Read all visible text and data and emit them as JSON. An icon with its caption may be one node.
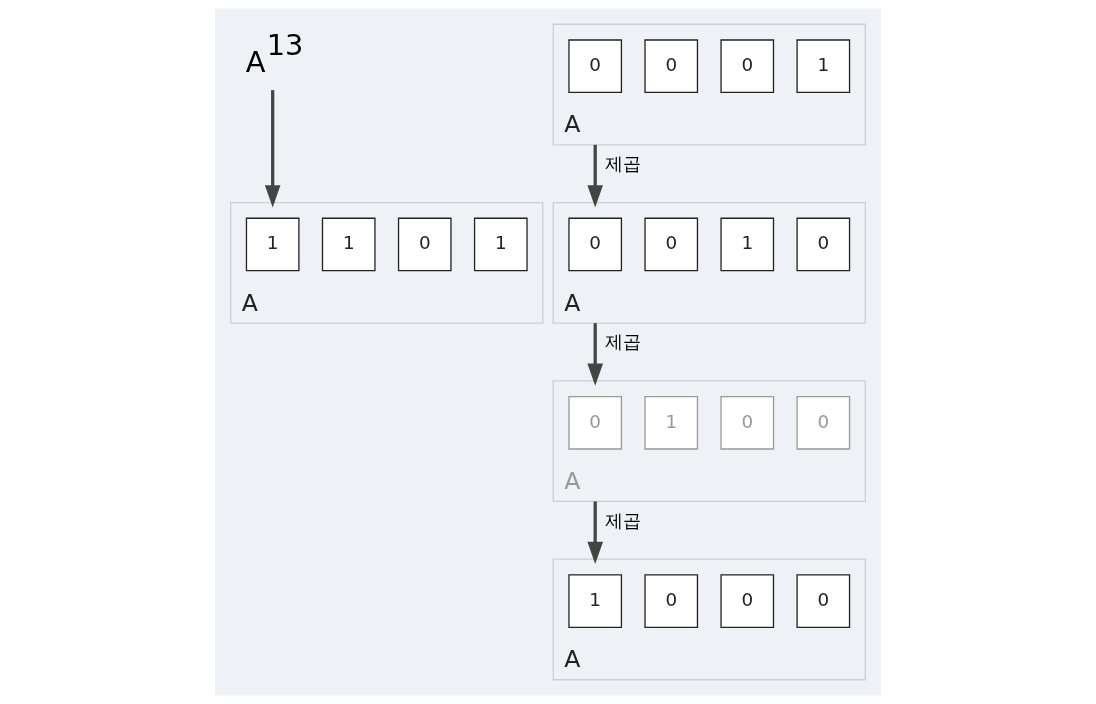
{
  "diagram": {
    "nodes": [
      {
        "text": [
          "A",
          "13"
        ]
      },
      {
        "text": [
          "A"
        ]
      },
      {
        "text": [
          "1"
        ],
        "in": 1
      },
      {
        "text": [
          "1"
        ],
        "in": 1
      },
      {
        "text": [
          "0"
        ],
        "in": 1
      },
      {
        "text": [
          "1"
        ],
        "in": 1
      },
      {
        "text": [
          "A"
        ]
      },
      {
        "text": [
          "1"
        ],
        "in": 6
      },
      {
        "text": [
          "0"
        ],
        "in": 6
      },
      {
        "text": [
          "0"
        ],
        "in": 6
      },
      {
        "text": [
          "0"
        ],
        "in": 6
      },
      {
        "text": [
          "A"
        ]
      },
      {
        "text": [
          "0"
        ],
        "in": 11
      },
      {
        "text": [
          "0"
        ],
        "in": 11
      },
      {
        "text": [
          "1"
        ],
        "in": 11
      },
      {
        "text": [
          "0"
        ],
        "in": 11
      },
      {
        "text": [
          "A"
        ]
      },
      {
        "text": [
          "0"
        ],
        "in": 16
      },
      {
        "text": [
          "1"
        ],
        "in": 16
      },
      {
        "text": [
          "0"
        ],
        "in": 16
      },
      {
        "text": [
          "0"
        ],
        "in": 16
      },
      {
        "text": [
          "A"
        ]
      },
      {
        "text": [
          "0"
        ],
        "in": 21
      },
      {
        "text": [
          "0"
        ],
        "in": 21
      },
      {
        "text": [
          "0"
        ],
        "in": 21
      },
      {
        "text": [
          "1"
        ],
        "in": 21
      }
    ],
    "edges": [
      {
        "from": 0,
        "to": 1,
        "arrow": "to"
      },
      {
        "from": 21,
        "to": 11,
        "arrow": "to",
        "label": "제곱"
      },
      {
        "from": 11,
        "to": 16,
        "arrow": "to",
        "label": "제곱"
      },
      {
        "from": 16,
        "to": 6,
        "arrow": "to",
        "label": "제곱"
      }
    ]
  }
}
